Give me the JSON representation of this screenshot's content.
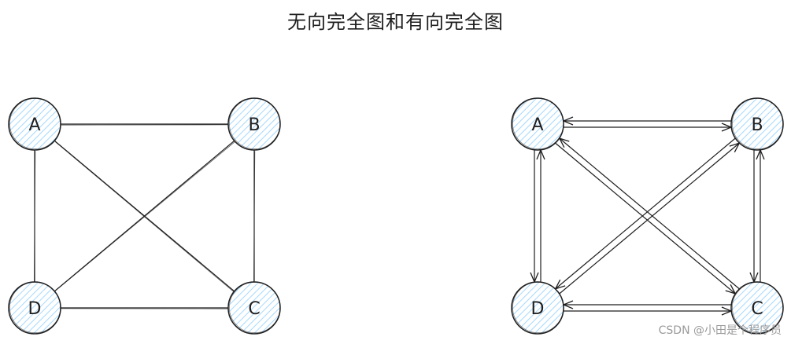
{
  "title": "无向完全图和有向完全图",
  "undirected_graph": {
    "nodes": [
      "A",
      "B",
      "C",
      "D"
    ],
    "edges": [
      [
        "A",
        "B"
      ],
      [
        "A",
        "C"
      ],
      [
        "A",
        "D"
      ],
      [
        "B",
        "C"
      ],
      [
        "B",
        "D"
      ],
      [
        "C",
        "D"
      ]
    ]
  },
  "directed_graph": {
    "nodes": [
      "A",
      "B",
      "C",
      "D"
    ],
    "arcs": [
      [
        "A",
        "B"
      ],
      [
        "B",
        "A"
      ],
      [
        "A",
        "C"
      ],
      [
        "C",
        "A"
      ],
      [
        "A",
        "D"
      ],
      [
        "D",
        "A"
      ],
      [
        "B",
        "C"
      ],
      [
        "C",
        "B"
      ],
      [
        "B",
        "D"
      ],
      [
        "D",
        "B"
      ],
      [
        "C",
        "D"
      ],
      [
        "D",
        "C"
      ]
    ]
  },
  "watermark": "CSDN @小田是个程序员",
  "colors": {
    "node_fill": "#a5d8ff",
    "stroke": "#1e1e1e",
    "watermark": "#9a9a9a"
  }
}
